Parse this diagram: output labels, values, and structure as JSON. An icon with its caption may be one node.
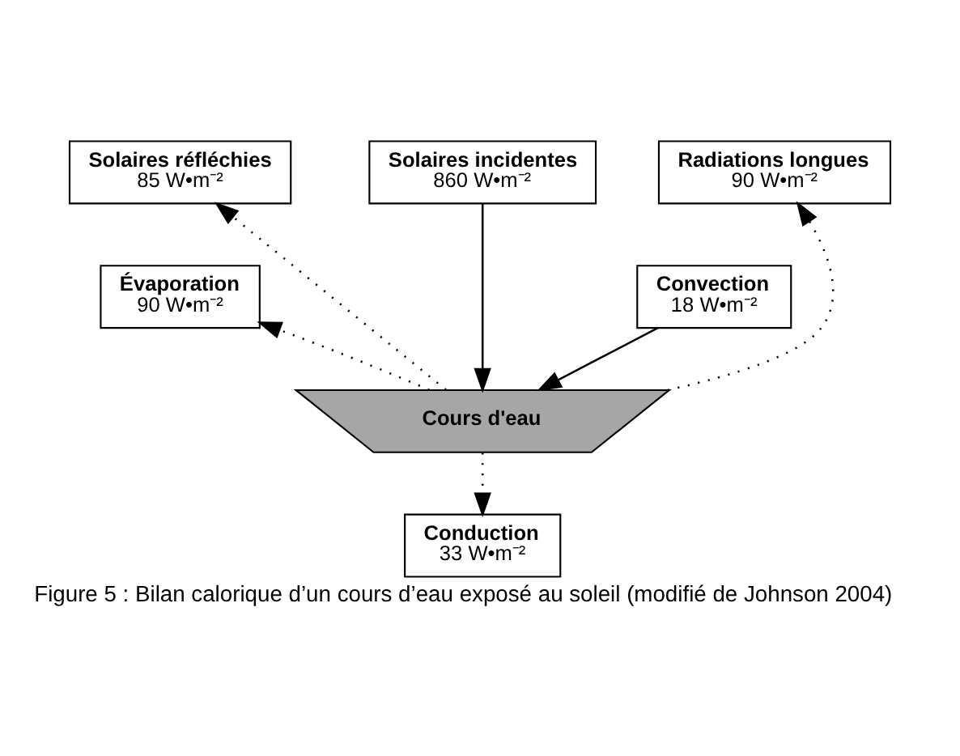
{
  "diagram": {
    "caption": "Figure 5 : Bilan calorique d’un cours d’eau exposé au soleil (modifié de Johnson 2004)",
    "nodes": [
      {
        "text": [
          "Solaires réfléchies",
          "85 W•m⁻²"
        ]
      },
      {
        "text": [
          "Solaires incidentes",
          "860 W•m⁻²"
        ]
      },
      {
        "text": [
          "Radiations longues",
          "90 W•m⁻²"
        ]
      },
      {
        "text": [
          "Évaporation",
          "90 W•m⁻²"
        ]
      },
      {
        "text": [
          "Convection",
          "18 W•m⁻²"
        ]
      },
      {
        "text": [
          "Cours d'eau"
        ]
      },
      {
        "text": [
          "Conduction",
          "33 W•m⁻²"
        ]
      }
    ],
    "edges": [
      {
        "from": 1,
        "to": 5,
        "arrow": "to"
      },
      {
        "from": 4,
        "to": 5,
        "arrow": "to"
      },
      {
        "from": 5,
        "to": 0,
        "arrow": "to",
        "style": "dashed"
      },
      {
        "from": 5,
        "to": 3,
        "arrow": "to",
        "style": "dashed"
      },
      {
        "from": 5,
        "to": 2,
        "arrow": "to",
        "style": "dashed"
      },
      {
        "from": 5,
        "to": 6,
        "arrow": "to",
        "style": "dashed"
      }
    ]
  }
}
